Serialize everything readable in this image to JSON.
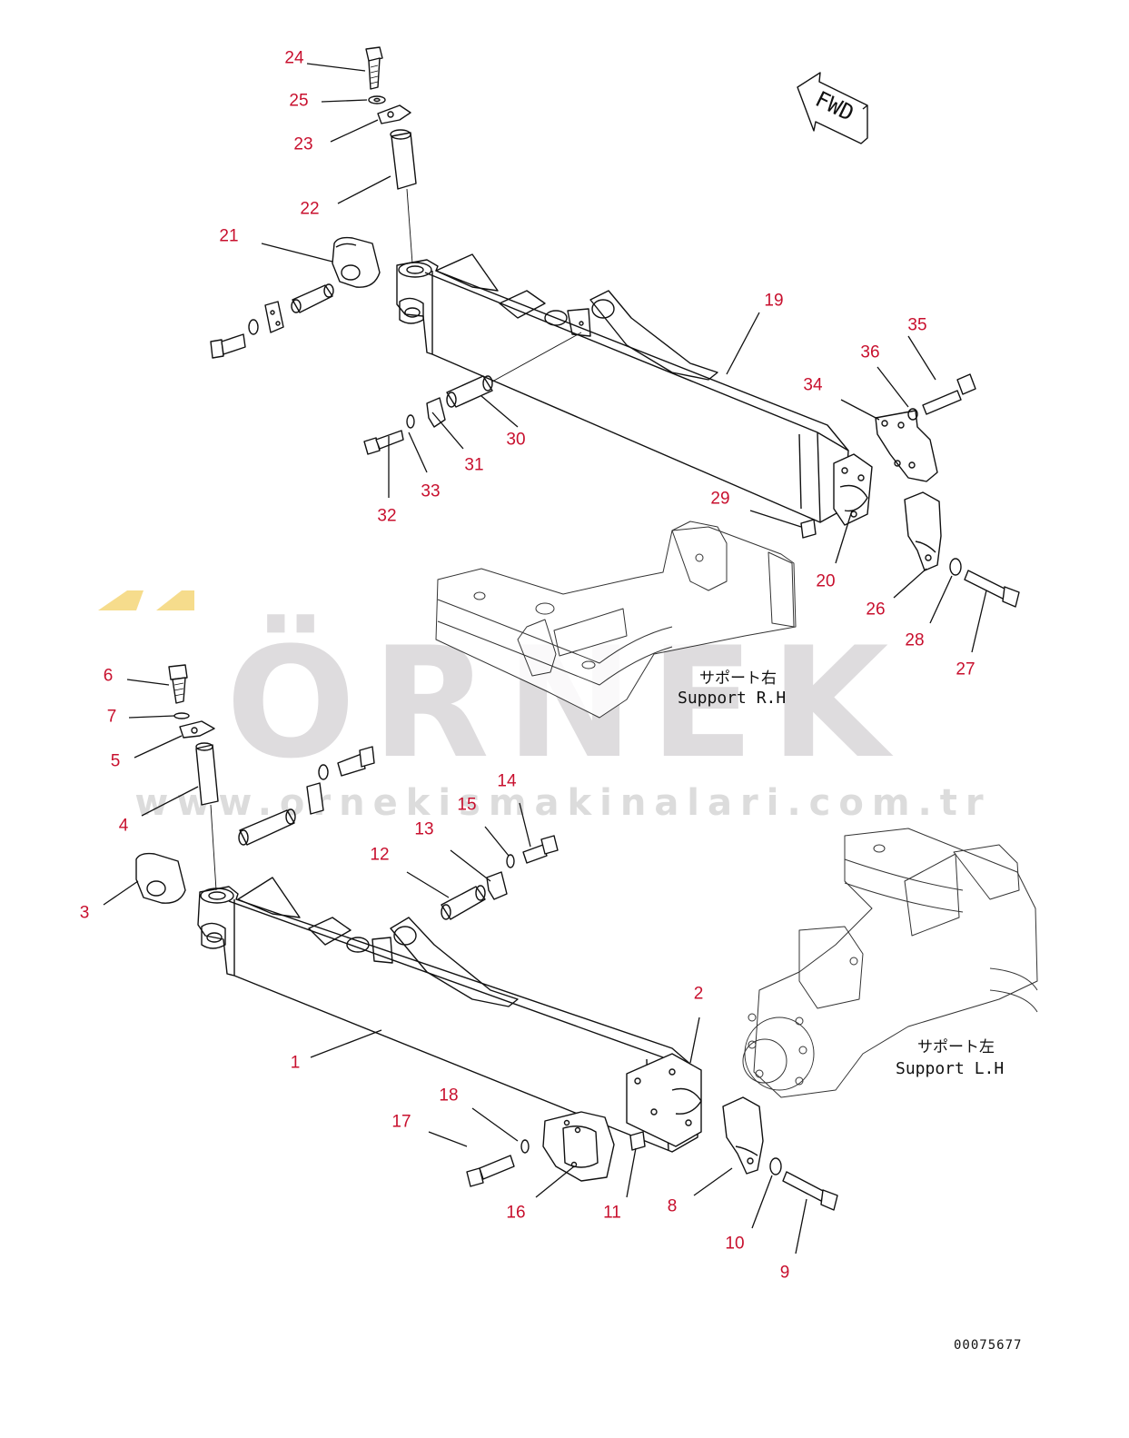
{
  "colors": {
    "callout": "#c8102e",
    "line": "#111111",
    "watermark_logo": "#dedcde",
    "watermark_accent": "#f6dc8c",
    "watermark_url": "#dcdcdc"
  },
  "watermark": {
    "logo": "ÖRNEK",
    "url": "www.ornekismakinalari.com.tr"
  },
  "fwd_label": "FWD",
  "support_rh": {
    "jp": "サポート右",
    "en": "Support R.H"
  },
  "support_lh": {
    "jp": "サポート左",
    "en": "Support L.H"
  },
  "drawing_number": "00075677",
  "callouts": {
    "c1": "1",
    "c2": "2",
    "c3": "3",
    "c4": "4",
    "c5": "5",
    "c6": "6",
    "c7": "7",
    "c8": "8",
    "c9": "9",
    "c10": "10",
    "c11": "11",
    "c12": "12",
    "c13": "13",
    "c14": "14",
    "c15": "15",
    "c16": "16",
    "c17": "17",
    "c18": "18",
    "c19": "19",
    "c20": "20",
    "c21": "21",
    "c22": "22",
    "c23": "23",
    "c24": "24",
    "c25": "25",
    "c26": "26",
    "c27": "27",
    "c28": "28",
    "c29": "29",
    "c30": "30",
    "c31": "31",
    "c32": "32",
    "c33": "33",
    "c34": "34",
    "c35": "35",
    "c36": "36"
  }
}
